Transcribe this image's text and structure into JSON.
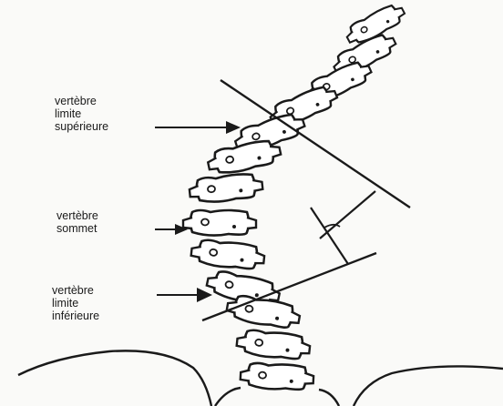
{
  "labels": {
    "superior": [
      "vertèbre",
      "limite",
      "supérieure"
    ],
    "apex": [
      "vertèbre",
      "sommet"
    ],
    "inferior": [
      "vertèbre",
      "limite",
      "inférieure"
    ]
  },
  "colors": {
    "ink": "#1a1a1a",
    "background": "#fafaf8"
  }
}
